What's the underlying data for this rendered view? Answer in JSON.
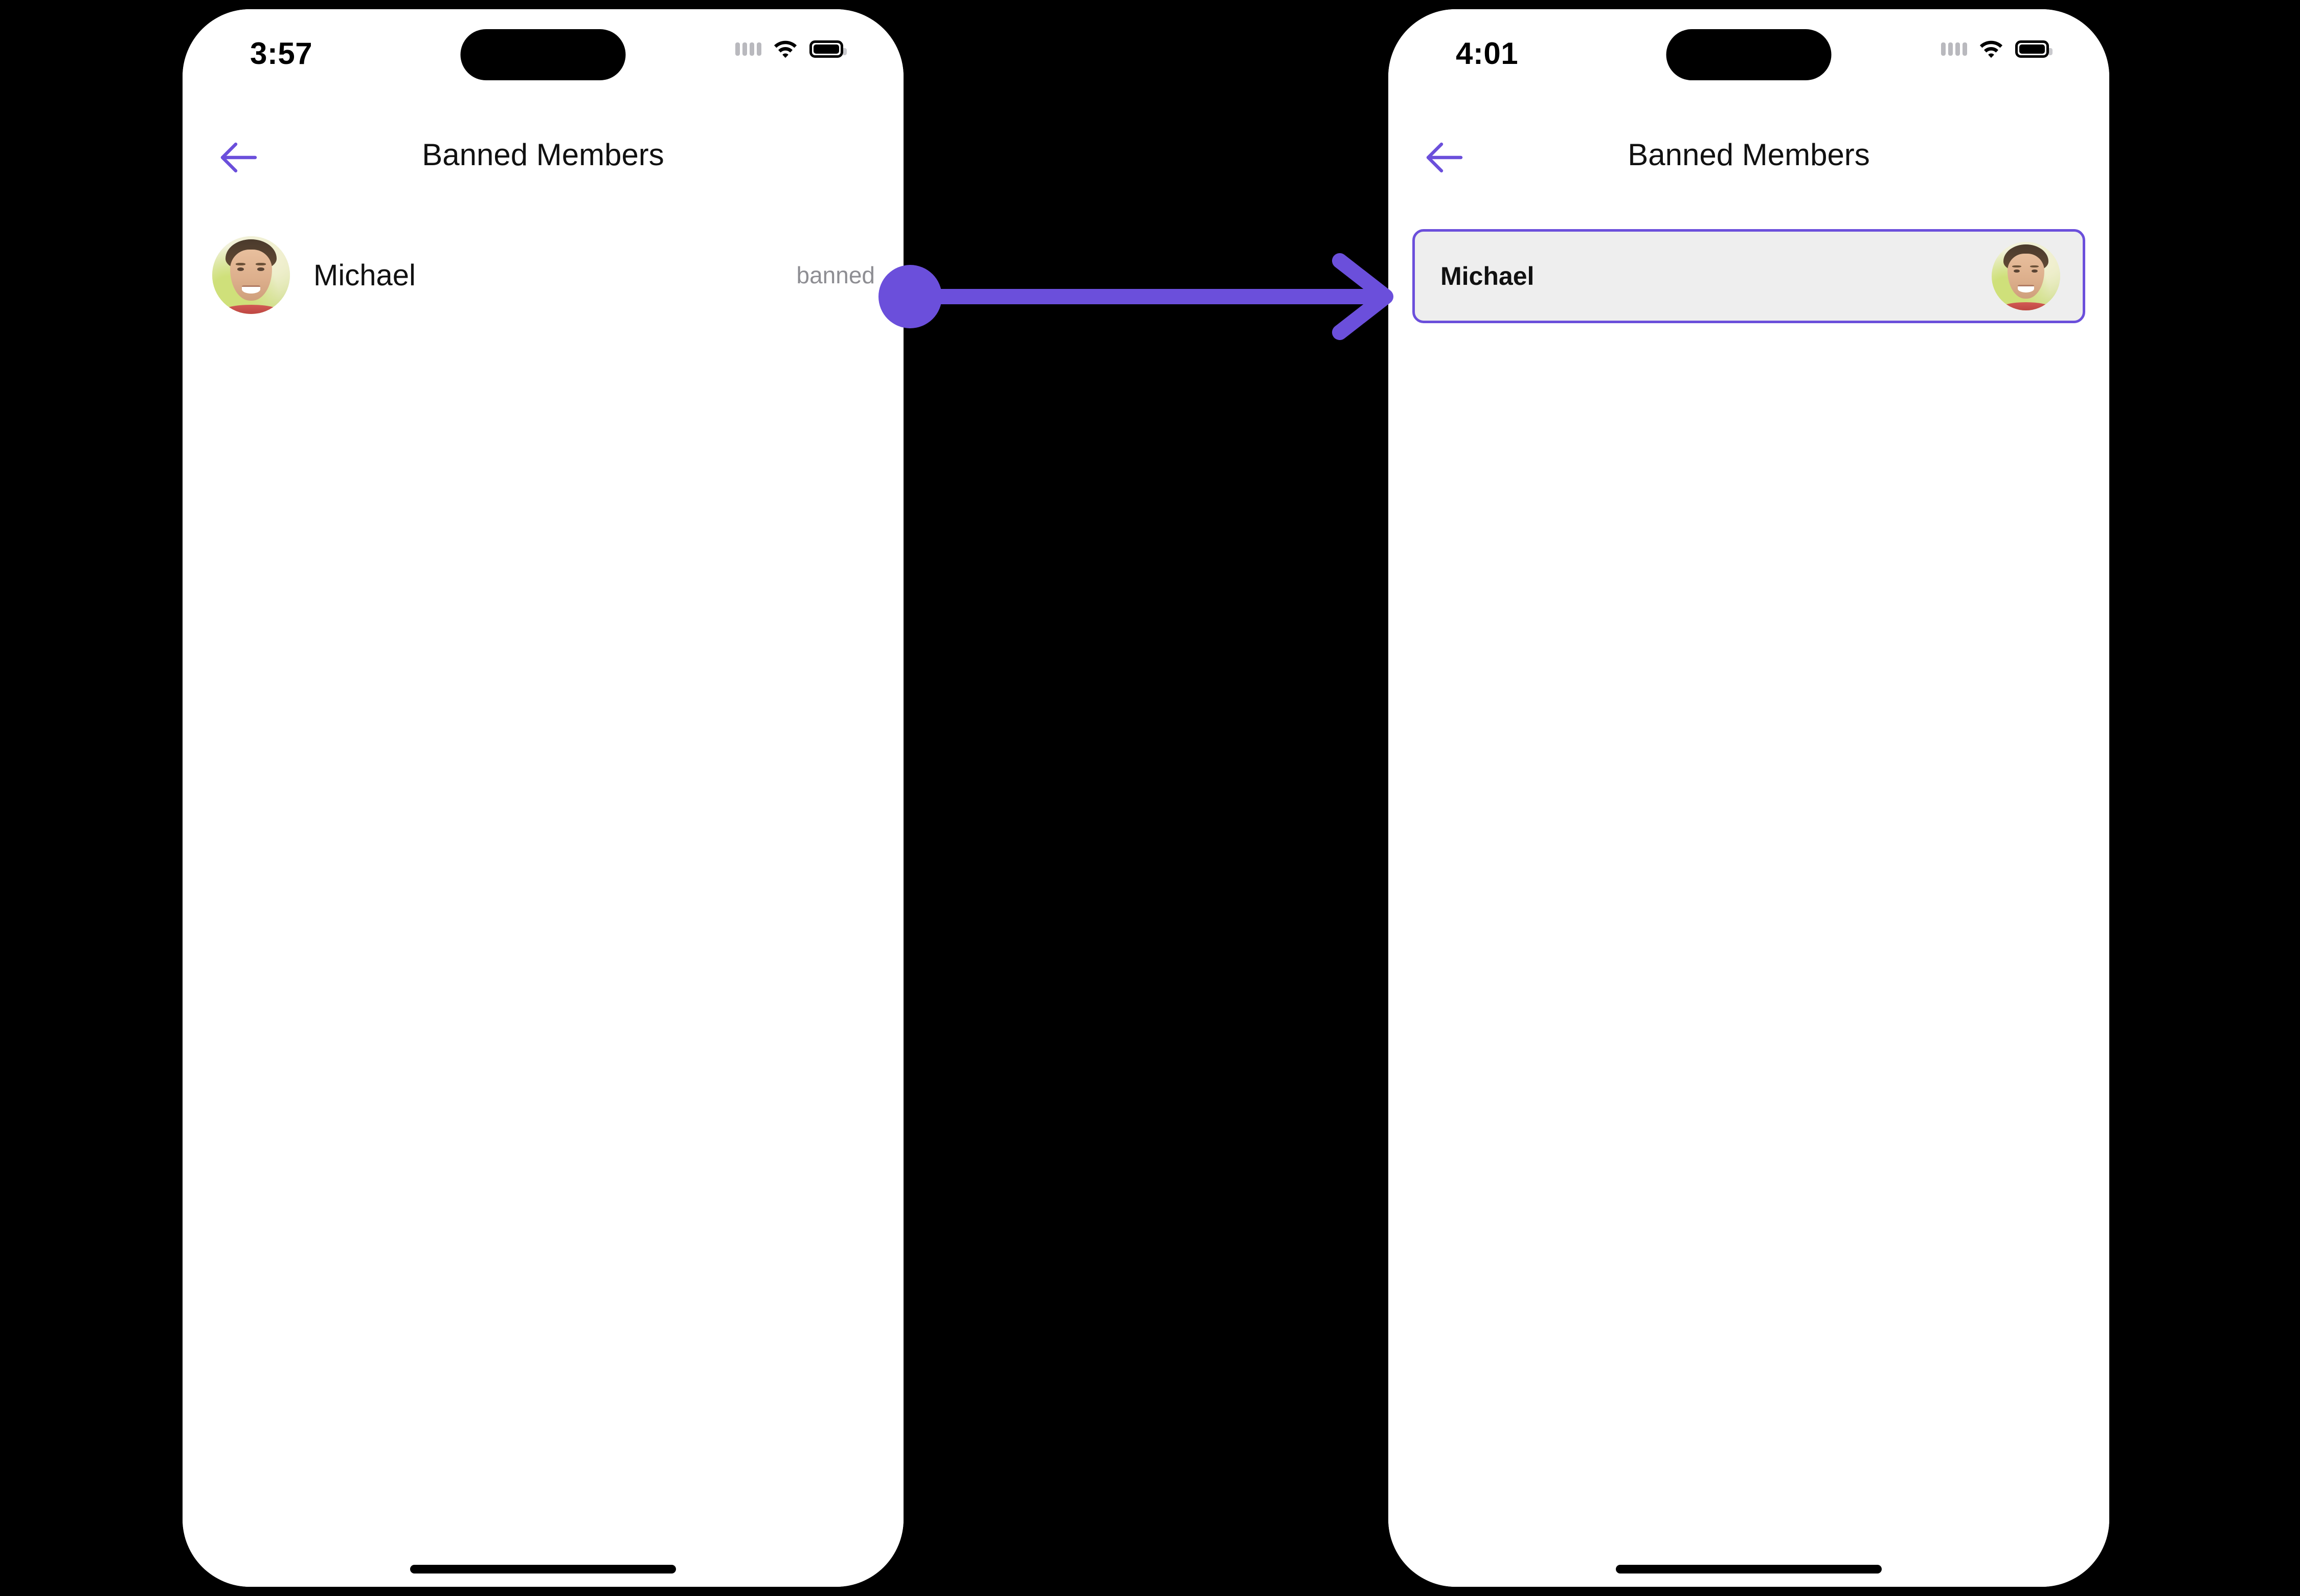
{
  "theme": {
    "accent": "#6b4fdb",
    "screen_bg": "#ffffff",
    "page_bg": "#000000",
    "muted_text": "#8e8e93",
    "card_bg": "#eeeeee"
  },
  "screens": [
    {
      "id": "before",
      "status_bar": {
        "time": "3:57",
        "icons": [
          "cellular-icon",
          "wifi-icon",
          "battery-icon"
        ]
      },
      "nav": {
        "back_icon": "arrow-left-icon",
        "title": "Banned Members"
      },
      "list": {
        "rows": [
          {
            "avatar": "avatar-michael",
            "name": "Michael",
            "status": "banned"
          }
        ]
      }
    },
    {
      "id": "after",
      "status_bar": {
        "time": "4:01",
        "icons": [
          "cellular-icon",
          "wifi-icon",
          "battery-icon"
        ]
      },
      "nav": {
        "back_icon": "arrow-left-icon",
        "title": "Banned Members"
      },
      "card": {
        "name": "Michael",
        "avatar": "avatar-michael",
        "highlighted": true
      }
    }
  ],
  "annotation": {
    "type": "action-arrow",
    "color": "#6b4fdb",
    "start_marker": "filled-circle",
    "end_marker": "chevron-arrowhead",
    "direction": "left-to-right"
  }
}
